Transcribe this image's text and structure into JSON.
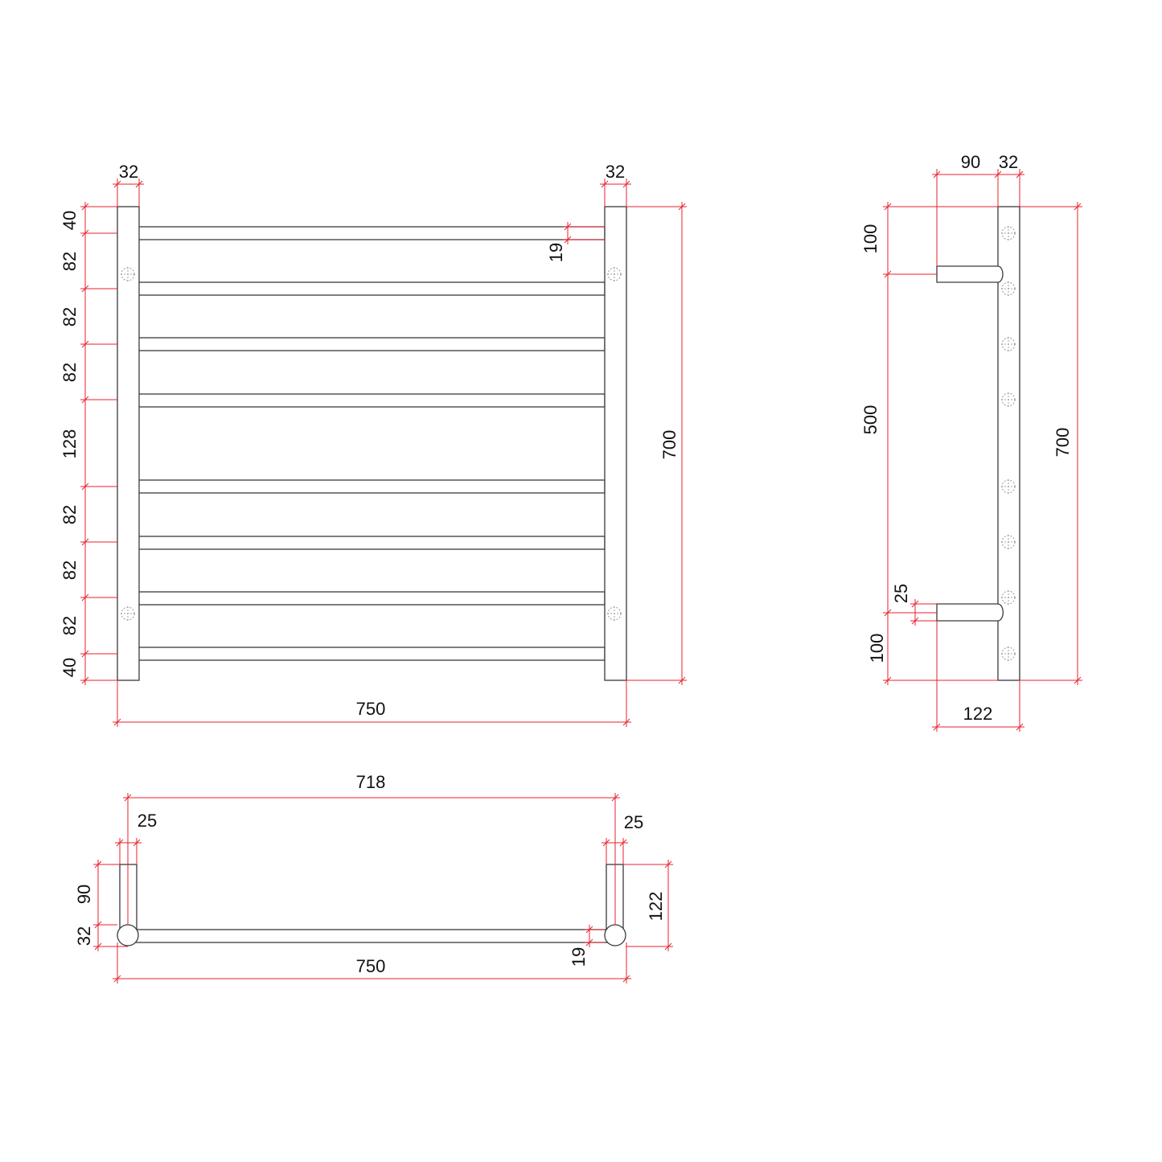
{
  "front_view": {
    "top_widths": [
      "32",
      "32"
    ],
    "left_spacings": [
      "40",
      "82",
      "82",
      "82",
      "128",
      "82",
      "82",
      "82",
      "40"
    ],
    "bar_thickness": "19",
    "height": "700",
    "width": "750"
  },
  "side_view": {
    "projection": "90",
    "upright": "32",
    "top_offset": "100",
    "mount_span": "500",
    "bottom_offset": "100",
    "arm_thickness": "25",
    "height": "700",
    "depth": "122"
  },
  "plan_view": {
    "inner_width": "718",
    "left_arm": "25",
    "right_arm": "25",
    "projection": "90",
    "upright": "32",
    "bar_thickness": "19",
    "depth": "122",
    "width": "750"
  },
  "colors": {
    "dimension": "#e8212e",
    "outline": "#3a3a3a",
    "hidden": "#8a8a8a"
  }
}
